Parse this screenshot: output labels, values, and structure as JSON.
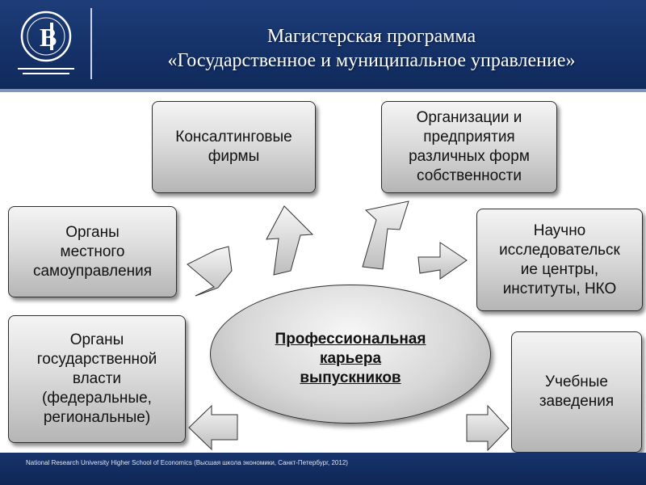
{
  "header": {
    "title_line1": "Магистерская программа",
    "title_line2": "«Государственное и муниципальное управление»"
  },
  "diagram": {
    "center": [
      "Профессиональная",
      "карьера",
      "выпускников"
    ],
    "nodes": {
      "consulting": [
        "Консалтинговые",
        "фирмы"
      ],
      "organizations": [
        "Организации и",
        "предприятия",
        "различных форм",
        "собственности"
      ],
      "local_gov": [
        "Органы",
        "местного",
        "самоуправления"
      ],
      "research": [
        "Научно",
        "исследовательск",
        "ие центры,",
        "институты, НКО"
      ],
      "state_gov": [
        "Органы",
        "государственной",
        "власти",
        "(федеральные,",
        "региональные)"
      ],
      "education": [
        "Учебные",
        "заведения"
      ]
    }
  },
  "footer": {
    "text": "National Research University Higher School of Economics (Высшая школа экономики, Санкт-Петербург, 2012)"
  },
  "colors": {
    "header_bg": "#16336b",
    "box_fill": "#d8d8d8",
    "arrow_fill": "#dcdcdc"
  }
}
